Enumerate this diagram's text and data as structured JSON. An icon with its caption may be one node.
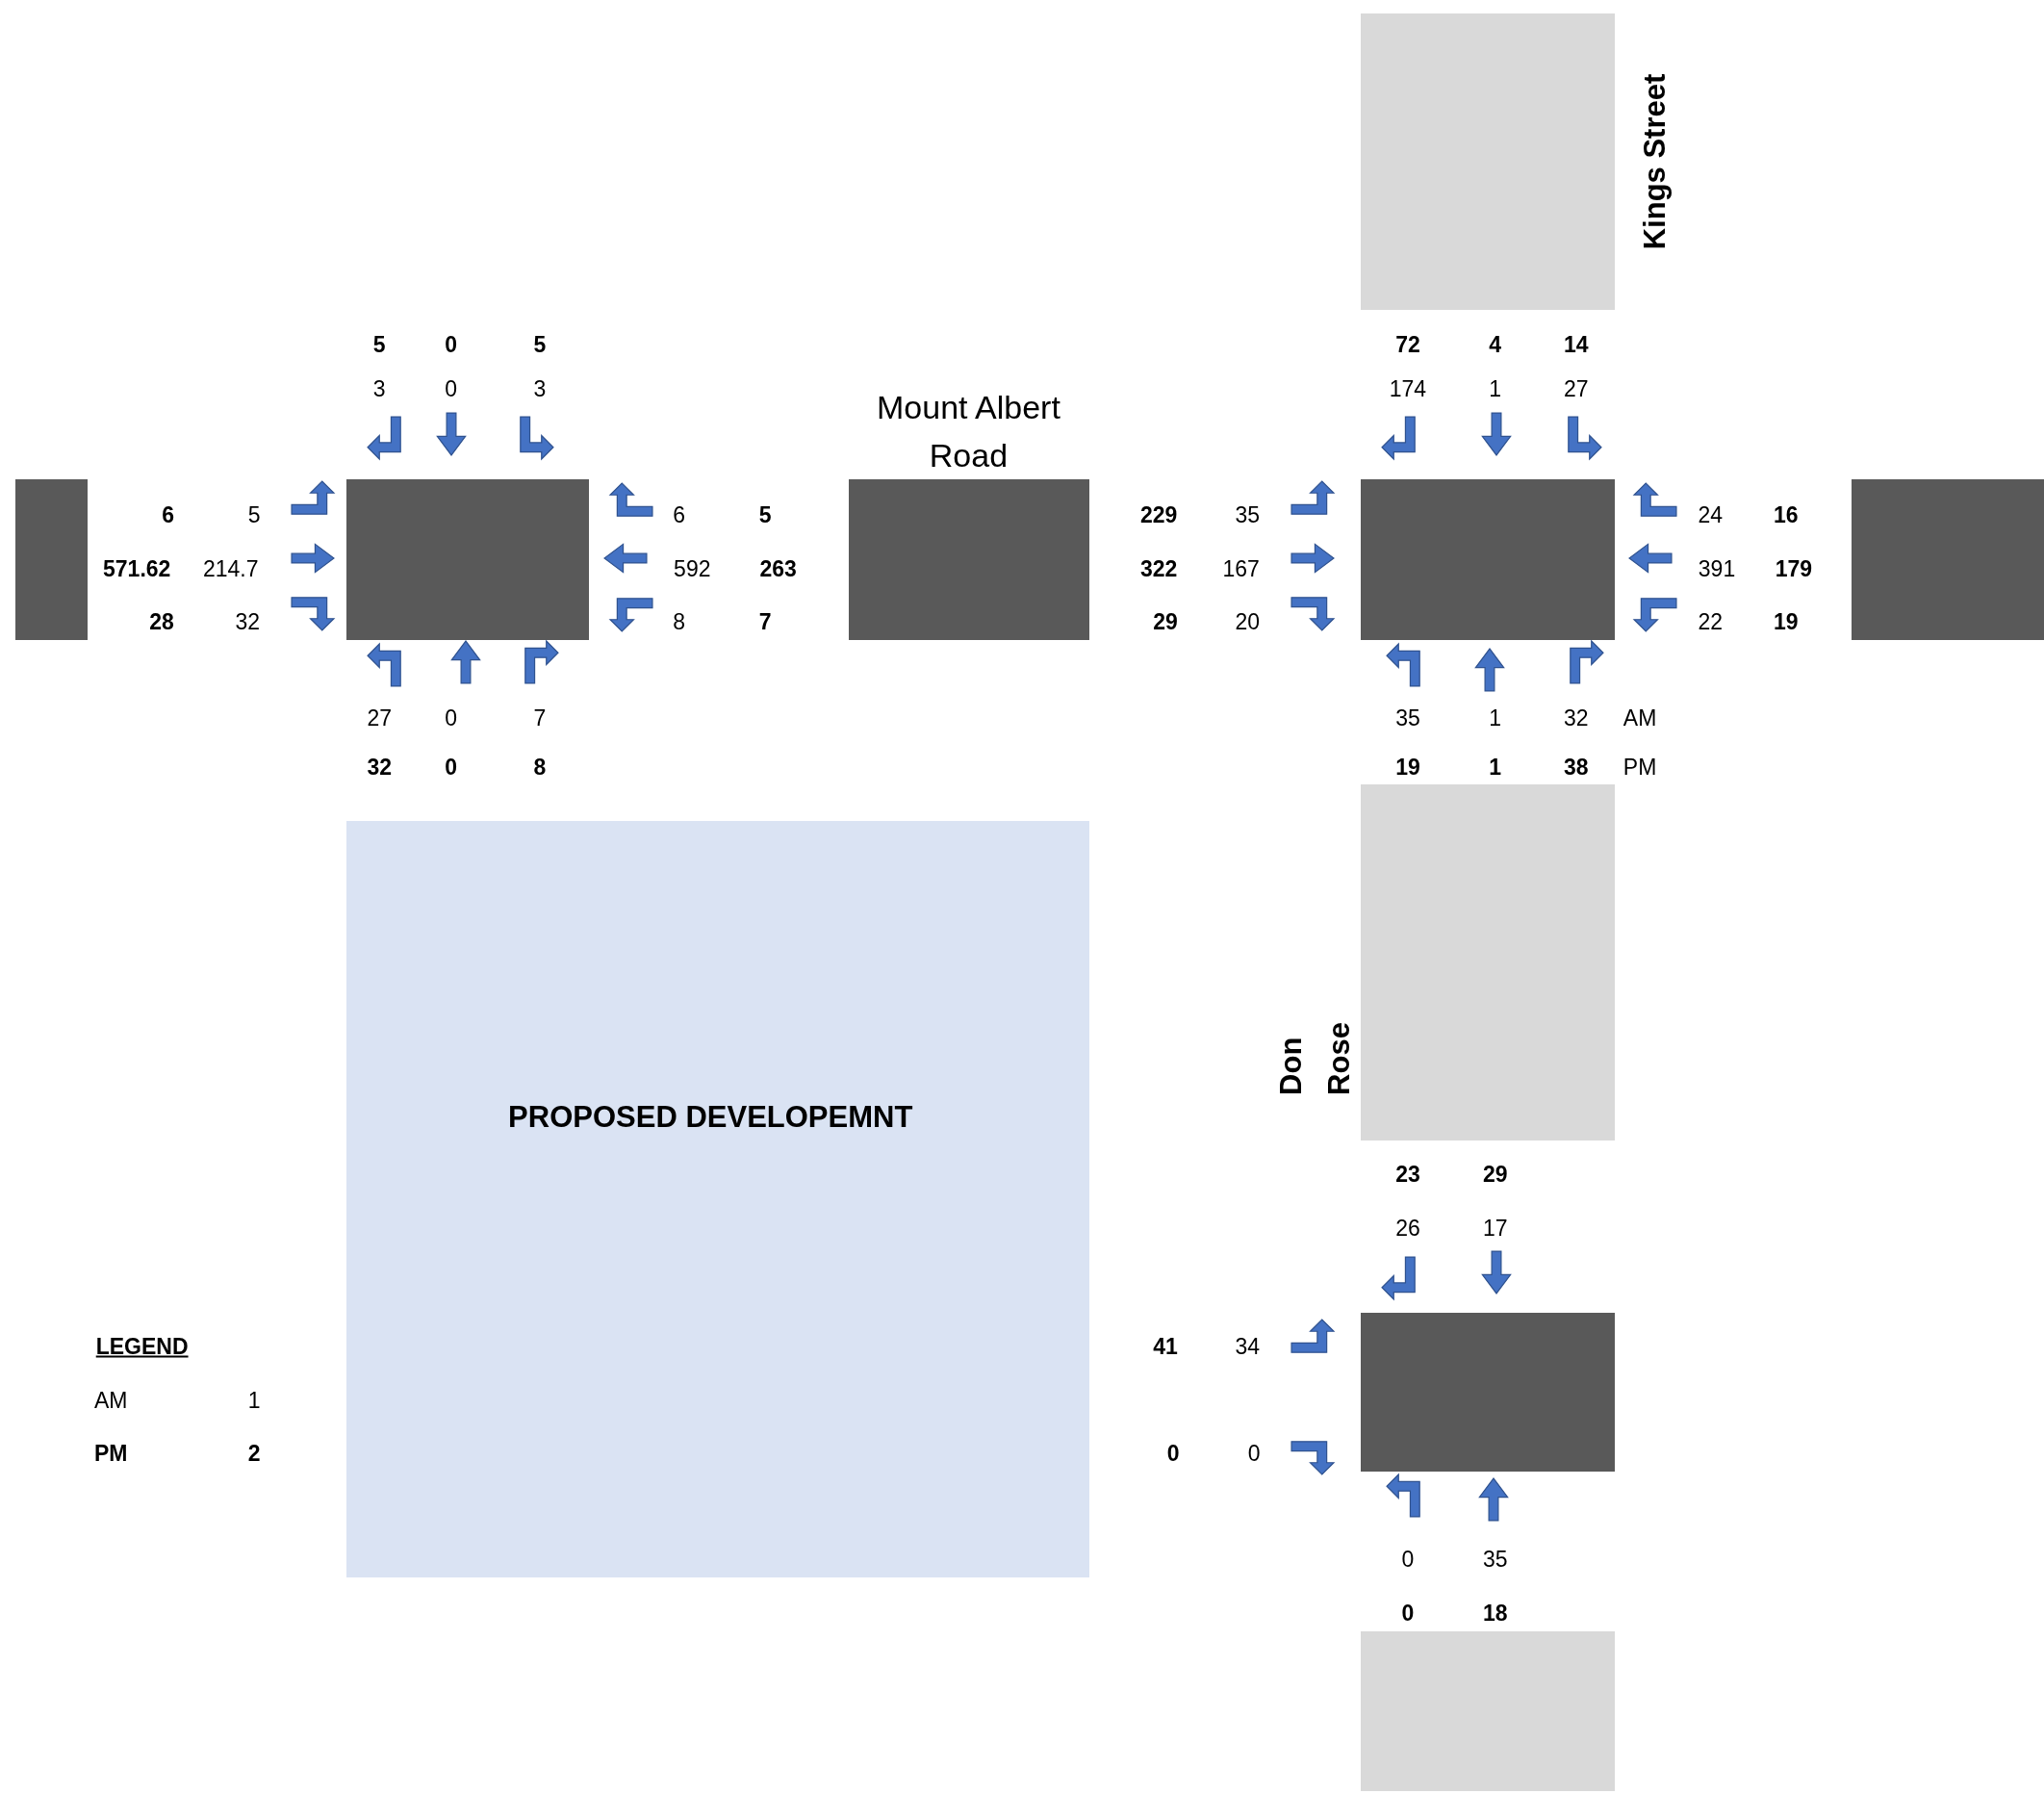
{
  "diagram": {
    "nodes": [
      {
        "text": [
          "Kings Street"
        ]
      },
      {
        "text": [],
        "shape": "box"
      },
      {
        "text": [],
        "shape": "box"
      },
      {
        "text": [
          "Mount Albert Road"
        ]
      },
      {
        "text": [],
        "shape": "box"
      },
      {
        "text": [],
        "shape": "box"
      },
      {
        "text": [
          "Don Rose"
        ]
      },
      {
        "text": [
          "PROPOSED DEVELOPEMNT"
        ]
      },
      {
        "text": [],
        "shape": "box"
      },
      {
        "text": [],
        "shape": "box"
      }
    ],
    "labels": [
      "5",
      "0",
      "5",
      "72",
      "4",
      "14",
      "3",
      "0",
      "3",
      "174",
      "1",
      "27",
      "6",
      "5",
      "6",
      "5",
      "229",
      "35",
      "24",
      "16",
      "571.62",
      "214.7",
      "592",
      "263",
      "322",
      "167",
      "391",
      "179",
      "28",
      "32",
      "8",
      "7",
      "29",
      "20",
      "22",
      "19",
      "27",
      "0",
      "7",
      "35",
      "1",
      "32",
      "AM",
      "32",
      "0",
      "8",
      "19",
      "1",
      "38",
      "PM",
      "23",
      "29",
      "26",
      "17",
      "LEGEND",
      "41",
      "34",
      "AM",
      "1",
      "PM",
      "2",
      "0",
      "0",
      "0",
      "35",
      "0",
      "18"
    ]
  }
}
